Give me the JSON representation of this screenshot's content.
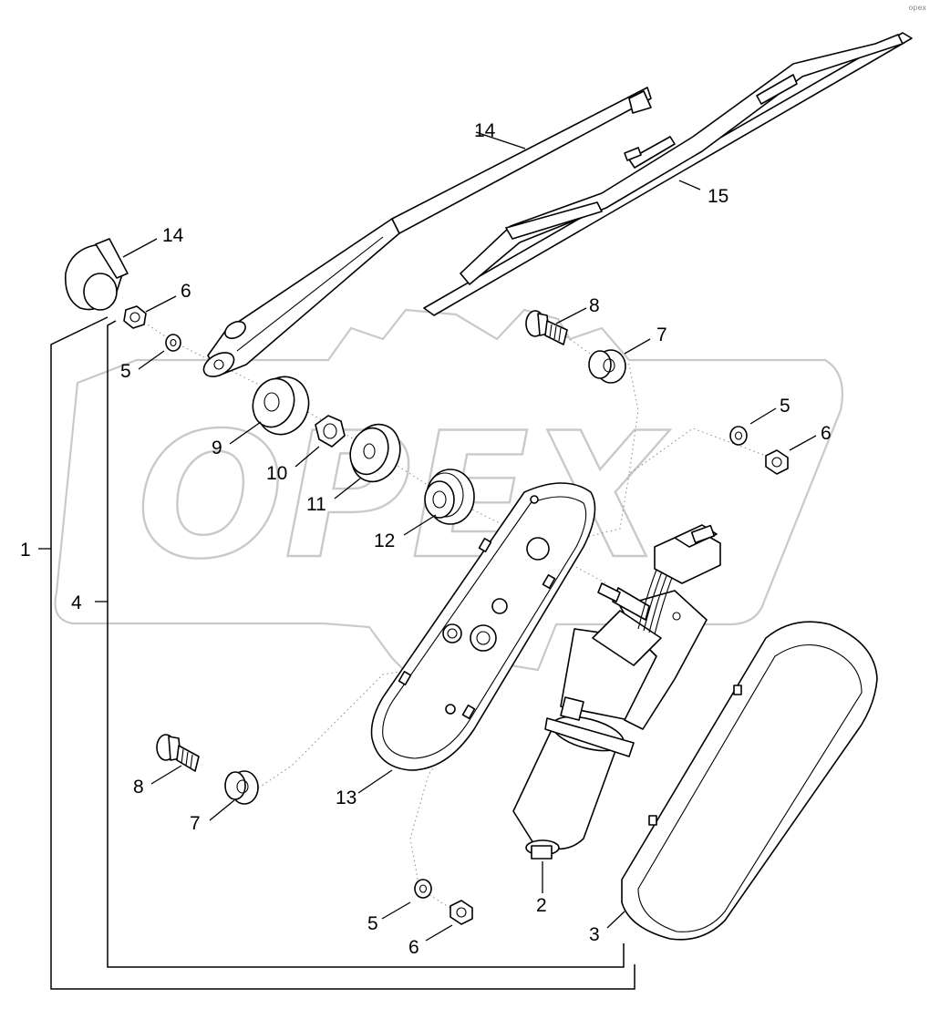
{
  "watermark": {
    "text": "OPEX"
  },
  "corner_mark": "opex",
  "callouts": {
    "c1": "1",
    "c2": "2",
    "c3": "3",
    "c4": "4",
    "c5a": "5",
    "c5b": "5",
    "c5c": "5",
    "c6a": "6",
    "c6b": "6",
    "c6c": "6",
    "c7a": "7",
    "c7b": "7",
    "c8a": "8",
    "c8b": "8",
    "c9": "9",
    "c10": "10",
    "c11": "11",
    "c12": "12",
    "c13": "13",
    "c14a": "14",
    "c14b": "14",
    "c15": "15"
  }
}
